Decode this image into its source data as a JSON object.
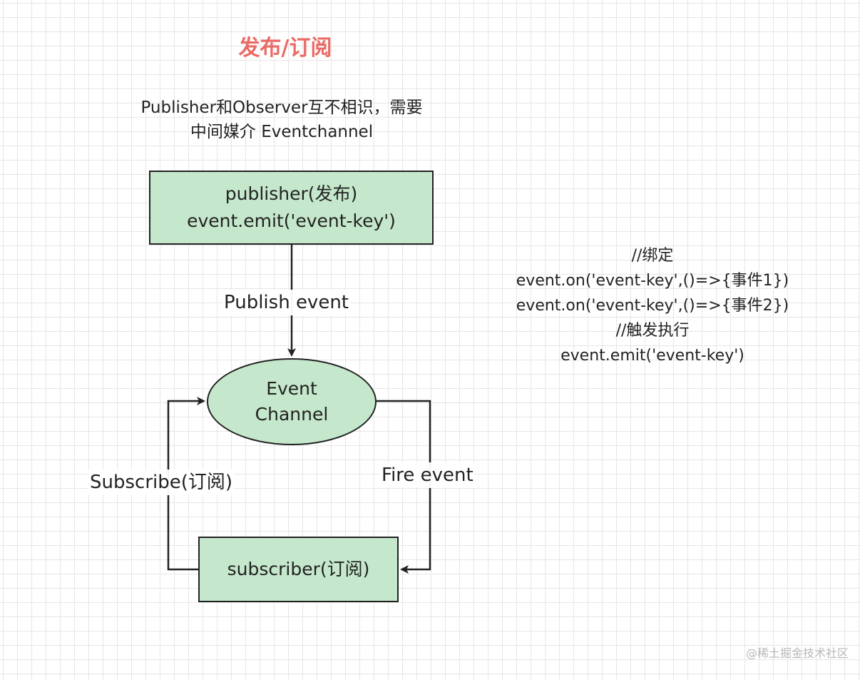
{
  "diagram": {
    "title": "发布/订阅",
    "description": {
      "line1": "Publisher和Observer互不相识，需要",
      "line2": "中间媒介 Eventchannel"
    },
    "nodes": {
      "publisher": {
        "line1": "publisher(发布)",
        "line2": "event.emit('event-key')"
      },
      "event_channel": {
        "line1": "Event",
        "line2": "Channel"
      },
      "subscriber": {
        "line1": "subscriber(订阅)"
      }
    },
    "edges": {
      "publish": "Publish event",
      "subscribe": "Subscribe(订阅)",
      "fire": "Fire event"
    },
    "code_note": {
      "line1": "//绑定",
      "line2": "event.on('event-key',()=>{事件1})",
      "line3": "event.on('event-key',()=>{事件2})",
      "line4": "//触发执行",
      "line5": "event.emit('event-key')"
    },
    "watermark": "@稀土掘金技术社区",
    "colors": {
      "node_fill": "#c5e8cc",
      "stroke": "#222222",
      "title": "#ea6b66"
    }
  }
}
